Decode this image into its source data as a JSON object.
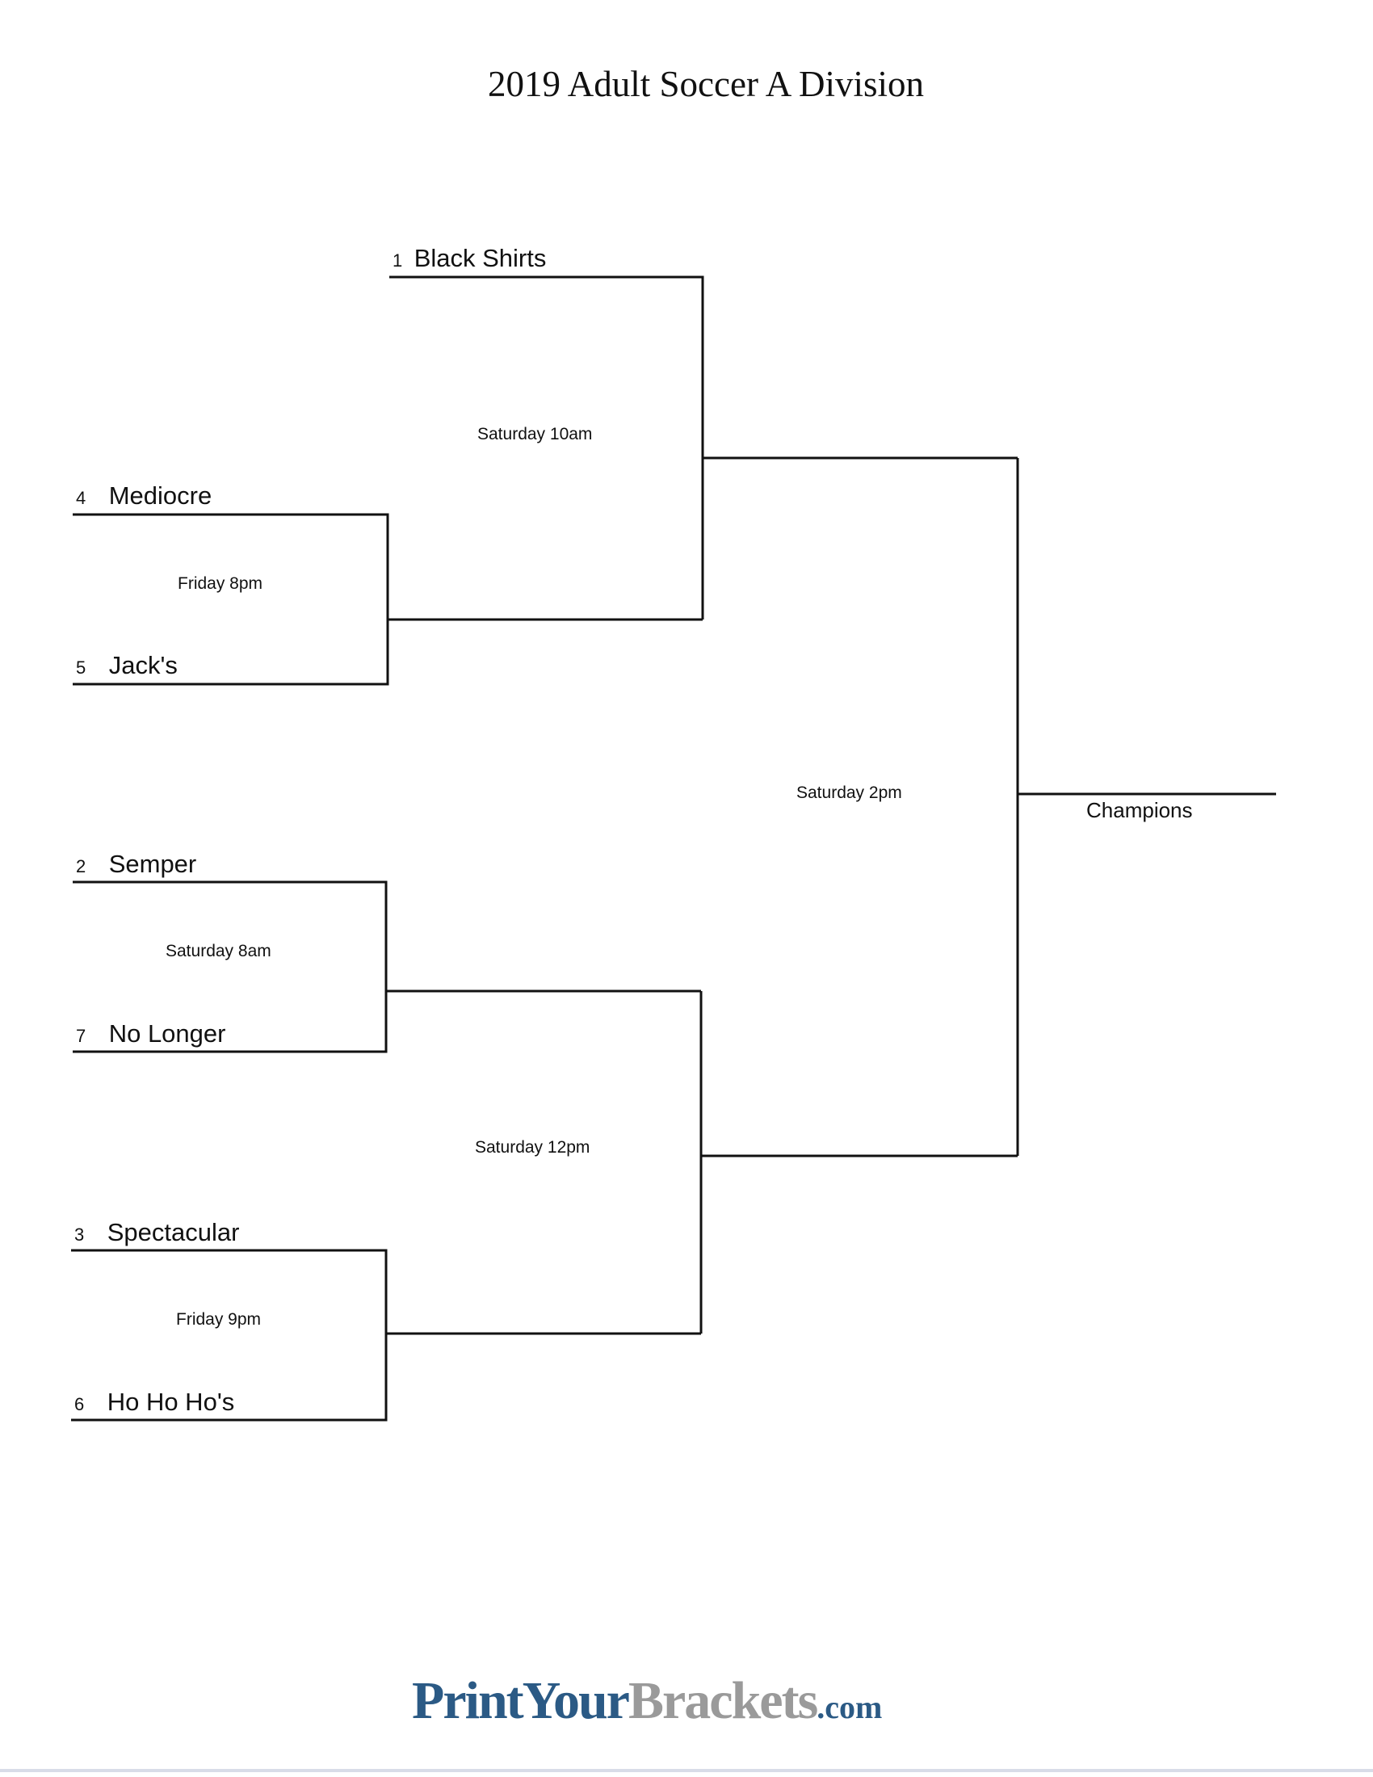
{
  "title": "2019 Adult Soccer A Division",
  "teams": [
    {
      "seed": "1",
      "name": "Black Shirts"
    },
    {
      "seed": "4",
      "name": "Mediocre"
    },
    {
      "seed": "5",
      "name": "Jack's"
    },
    {
      "seed": "2",
      "name": "Semper"
    },
    {
      "seed": "7",
      "name": "No Longer"
    },
    {
      "seed": "3",
      "name": "Spectacular"
    },
    {
      "seed": "6",
      "name": "Ho Ho Ho's"
    }
  ],
  "games": [
    {
      "label": "Friday 8pm"
    },
    {
      "label": "Saturday 10am"
    },
    {
      "label": "Saturday 8am"
    },
    {
      "label": "Friday 9pm"
    },
    {
      "label": "Saturday 12pm"
    },
    {
      "label": "Saturday 2pm"
    }
  ],
  "champion_label": "Champions",
  "logo": {
    "part1": "PrintYour",
    "part2": "Brackets",
    "part3": ".com",
    "color_blue": "#2b5a85",
    "color_gray": "#9a9a9a"
  }
}
